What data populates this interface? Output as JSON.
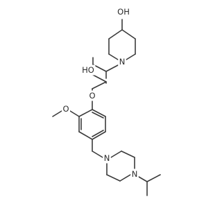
{
  "diagram": {
    "type": "chemical-structure",
    "labels": {
      "oh_piperidine": "OH",
      "n_piperidine": "N",
      "oh_chain": "HO",
      "o_ether": "O",
      "o_methoxy": "O",
      "n_piperazine_1": "N",
      "n_piperazine_2": "N"
    }
  }
}
